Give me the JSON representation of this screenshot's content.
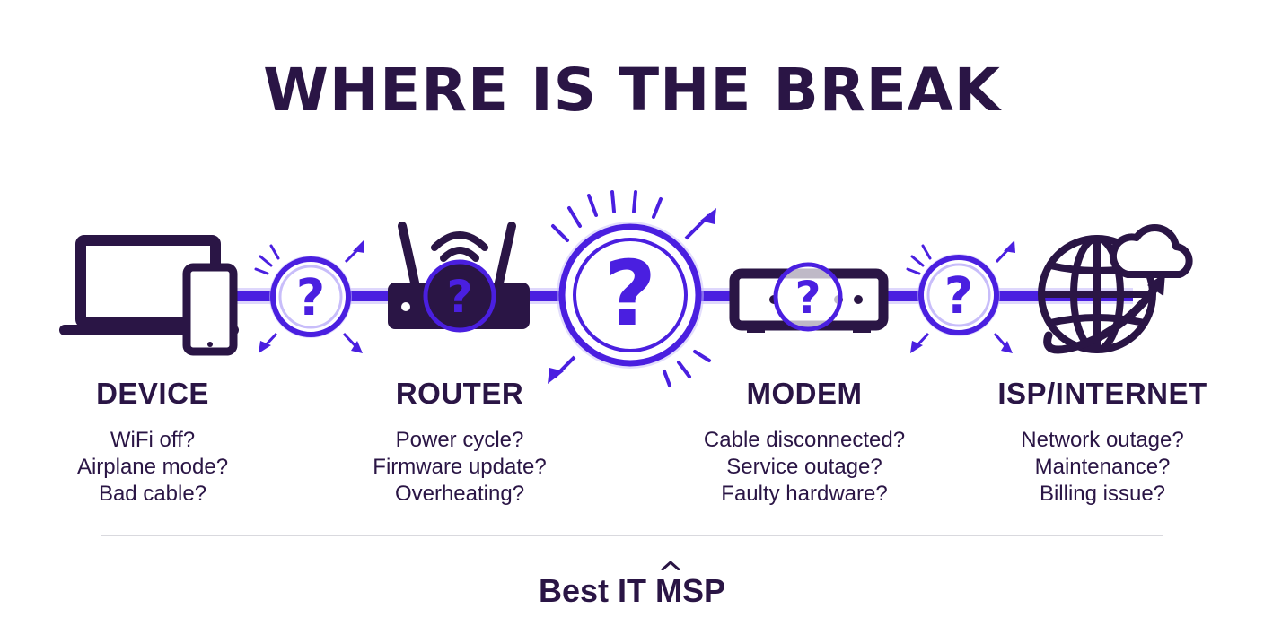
{
  "title": "WHERE IS THE BREAK",
  "colors": {
    "dark": "#2a1545",
    "accent": "#4a1fe0",
    "glow": "#c8bdfa"
  },
  "stages": [
    {
      "icon": "laptop-phone-icon",
      "label": "DEVICE",
      "checks": [
        "WiFi off?",
        "Airplane mode?",
        "Bad cable?"
      ]
    },
    {
      "icon": "router-icon",
      "label": "ROUTER",
      "checks": [
        "Power cycle?",
        "Firmware update?",
        "Overheating?"
      ]
    },
    {
      "icon": "modem-icon",
      "label": "MODEM",
      "checks": [
        "Cable disconnected?",
        "Service outage?",
        "Faulty hardware?"
      ]
    },
    {
      "icon": "globe-cloud-icon",
      "label": "ISP/INTERNET",
      "checks": [
        "Network outage?",
        "Maintenance?",
        "Billing issue?"
      ]
    }
  ],
  "brand": {
    "name": "Best IT MSP",
    "logo_icon": "roof-caret-icon"
  }
}
